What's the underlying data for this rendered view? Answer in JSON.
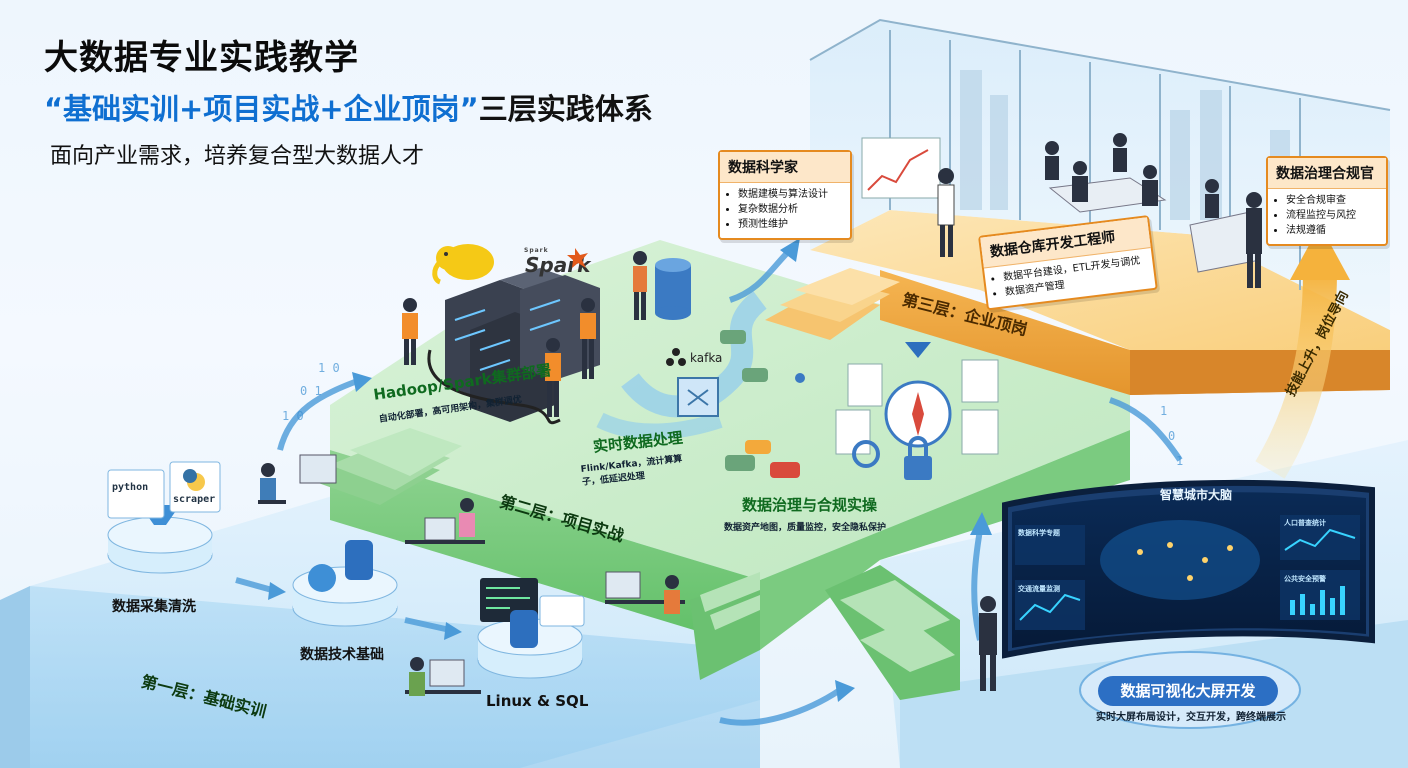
{
  "header": {
    "title": "大数据专业实践教学",
    "subtitle_quote": "“基础实训+项目实战+企业顶岗”",
    "subtitle_rest": "三层实践体系",
    "tagline": "面向产业需求，培养复合型大数据人才"
  },
  "layer1": {
    "name": "第一层：基础实训",
    "modules": [
      {
        "label": "数据采集清洗",
        "icons": [
          "python",
          "scraper"
        ]
      },
      {
        "label": "数据技术基础"
      },
      {
        "label": "Linux & SQL"
      }
    ]
  },
  "layer2": {
    "name": "第二层：项目实战",
    "blocks": [
      {
        "title": "Hadoop/Spark集群部署",
        "desc": "自动化部署，高可用架构，集群调优",
        "logos": [
          "Hadoop",
          "Spark"
        ]
      },
      {
        "title": "实时数据处理",
        "desc": "Flink/Kafka，流计算算子，低延迟处理",
        "logos": [
          "kafka"
        ]
      },
      {
        "title": "数据治理与合规实操",
        "desc": "数据资产地图，质量监控，安全隐私保护"
      }
    ]
  },
  "layer3": {
    "name": "第三层：企业顶岗",
    "cards": [
      {
        "title": "数据科学家",
        "items": [
          "数据建模与算法设计",
          "复杂数据分析",
          "预测性维护"
        ]
      },
      {
        "title": "数据仓库开发工程师",
        "items": [
          "数据平台建设，ETL开发与调优",
          "数据资产管理"
        ]
      },
      {
        "title": "数据治理合规官",
        "items": [
          "安全合规审查",
          "流程监控与风控",
          "法规遵循"
        ]
      }
    ]
  },
  "arrow_text": "技能上升，岗位导向",
  "screen": {
    "title": "智慧城市大脑",
    "panels": [
      "数据科学专题",
      "交通流量监测",
      "人口普查统计",
      "公共安全预警"
    ]
  },
  "screen_badge": {
    "title": "数据可视化大屏开发",
    "desc": "实时大屏布局设计，交互开发，跨终端展示"
  },
  "colors": {
    "layer1": "#bfe0f5",
    "layer2": "#a6dca8",
    "layer3": "#f8c77a",
    "accent": "#0f6fd1"
  }
}
